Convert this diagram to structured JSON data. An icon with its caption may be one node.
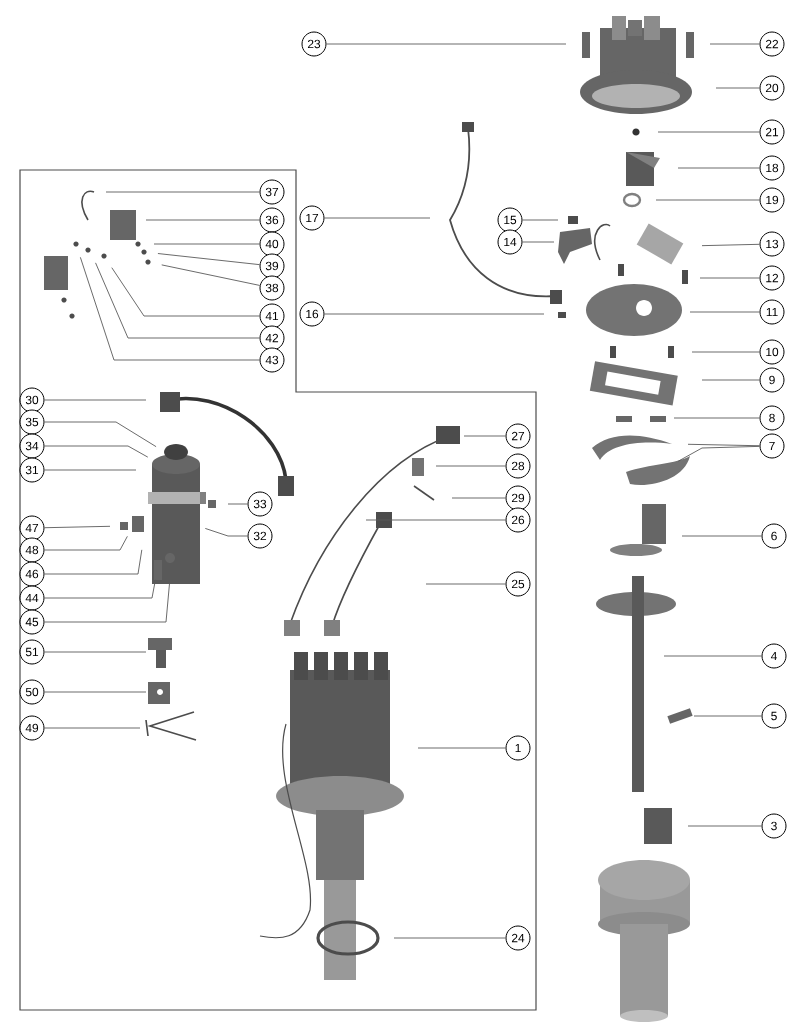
{
  "diagram": {
    "nodes": [
      {
        "text": [
          "23"
        ]
      },
      {
        "text": [
          "22"
        ]
      },
      {
        "text": [
          "20"
        ]
      },
      {
        "text": [
          "21"
        ]
      },
      {
        "text": [
          "18"
        ]
      },
      {
        "text": [
          "19"
        ]
      },
      {
        "text": [
          "17"
        ]
      },
      {
        "text": [
          "15"
        ]
      },
      {
        "text": [
          "14"
        ]
      },
      {
        "text": [
          "13"
        ]
      },
      {
        "text": [
          "12"
        ]
      },
      {
        "text": [
          "11"
        ]
      },
      {
        "text": [
          "16"
        ]
      },
      {
        "text": [
          "10"
        ]
      },
      {
        "text": [
          "9"
        ]
      },
      {
        "text": [
          "8"
        ]
      },
      {
        "text": [
          "7"
        ]
      },
      {
        "text": [
          "37"
        ]
      },
      {
        "text": [
          "36"
        ]
      },
      {
        "text": [
          "40"
        ]
      },
      {
        "text": [
          "39"
        ]
      },
      {
        "text": [
          "38"
        ]
      },
      {
        "text": [
          "41"
        ]
      },
      {
        "text": [
          "42"
        ]
      },
      {
        "text": [
          "43"
        ]
      },
      {
        "text": [
          "30"
        ]
      },
      {
        "text": [
          "35"
        ]
      },
      {
        "text": [
          "34"
        ]
      },
      {
        "text": [
          "31"
        ]
      },
      {
        "text": [
          "27"
        ]
      },
      {
        "text": [
          "28"
        ]
      },
      {
        "text": [
          "29"
        ]
      },
      {
        "text": [
          "26"
        ]
      },
      {
        "text": [
          "33"
        ]
      },
      {
        "text": [
          "32"
        ]
      },
      {
        "text": [
          "47"
        ]
      },
      {
        "text": [
          "48"
        ]
      },
      {
        "text": [
          "46"
        ]
      },
      {
        "text": [
          "44"
        ]
      },
      {
        "text": [
          "45"
        ]
      },
      {
        "text": [
          "25"
        ]
      },
      {
        "text": [
          "6"
        ]
      },
      {
        "text": [
          "51"
        ]
      },
      {
        "text": [
          "50"
        ]
      },
      {
        "text": [
          "49"
        ]
      },
      {
        "text": [
          "4"
        ]
      },
      {
        "text": [
          "5"
        ]
      },
      {
        "text": [
          "1"
        ]
      },
      {
        "text": [
          "3"
        ]
      },
      {
        "text": [
          "24"
        ]
      }
    ],
    "edges": [
      {
        "from": 0,
        "to": null,
        "arrow": "none"
      },
      {
        "from": 1,
        "to": null,
        "arrow": "none"
      },
      {
        "from": 2,
        "to": null,
        "arrow": "none"
      },
      {
        "from": 3,
        "to": null,
        "arrow": "none"
      },
      {
        "from": 4,
        "to": null,
        "arrow": "none"
      },
      {
        "from": 5,
        "to": null,
        "arrow": "none"
      },
      {
        "from": 6,
        "to": null,
        "arrow": "none"
      },
      {
        "from": 7,
        "to": null,
        "arrow": "none"
      },
      {
        "from": 8,
        "to": null,
        "arrow": "none"
      },
      {
        "from": 9,
        "to": null,
        "arrow": "none"
      },
      {
        "from": 10,
        "to": null,
        "arrow": "none"
      },
      {
        "from": 11,
        "to": null,
        "arrow": "none"
      },
      {
        "from": 12,
        "to": null,
        "arrow": "none"
      },
      {
        "from": 13,
        "to": null,
        "arrow": "none"
      },
      {
        "from": 14,
        "to": null,
        "arrow": "none"
      },
      {
        "from": 15,
        "to": null,
        "arrow": "none"
      },
      {
        "from": 16,
        "to": null,
        "arrow": "none"
      },
      {
        "from": 16,
        "to": null,
        "arrow": "none"
      },
      {
        "from": 17,
        "to": null,
        "arrow": "none"
      },
      {
        "from": 18,
        "to": null,
        "arrow": "none"
      },
      {
        "from": 19,
        "to": null,
        "arrow": "none"
      },
      {
        "from": 20,
        "to": null,
        "arrow": "none"
      },
      {
        "from": 21,
        "to": null,
        "arrow": "none"
      },
      {
        "from": 22,
        "to": null,
        "arrow": "none"
      },
      {
        "from": 23,
        "to": null,
        "arrow": "none"
      },
      {
        "from": 24,
        "to": null,
        "arrow": "none"
      },
      {
        "from": 25,
        "to": null,
        "arrow": "none"
      },
      {
        "from": 26,
        "to": null,
        "arrow": "none"
      },
      {
        "from": 27,
        "to": null,
        "arrow": "none"
      },
      {
        "from": 28,
        "to": null,
        "arrow": "none"
      },
      {
        "from": 29,
        "to": null,
        "arrow": "none"
      },
      {
        "from": 30,
        "to": null,
        "arrow": "none"
      },
      {
        "from": 31,
        "to": null,
        "arrow": "none"
      },
      {
        "from": 32,
        "to": null,
        "arrow": "none"
      },
      {
        "from": 33,
        "to": null,
        "arrow": "none"
      },
      {
        "from": 34,
        "to": null,
        "arrow": "none"
      },
      {
        "from": 35,
        "to": null,
        "arrow": "none"
      },
      {
        "from": 36,
        "to": null,
        "arrow": "none"
      },
      {
        "from": 37,
        "to": null,
        "arrow": "none"
      },
      {
        "from": 38,
        "to": null,
        "arrow": "none"
      },
      {
        "from": 39,
        "to": null,
        "arrow": "none"
      },
      {
        "from": 40,
        "to": null,
        "arrow": "none"
      },
      {
        "from": 41,
        "to": null,
        "arrow": "none"
      },
      {
        "from": 42,
        "to": null,
        "arrow": "none"
      },
      {
        "from": 43,
        "to": null,
        "arrow": "none"
      },
      {
        "from": 44,
        "to": null,
        "arrow": "none"
      },
      {
        "from": 45,
        "to": null,
        "arrow": "none"
      },
      {
        "from": 46,
        "to": null,
        "arrow": "none"
      },
      {
        "from": 47,
        "to": null,
        "arrow": "none"
      },
      {
        "from": 48,
        "to": null,
        "arrow": "none"
      },
      {
        "from": 49,
        "to": null,
        "arrow": "none"
      }
    ]
  }
}
